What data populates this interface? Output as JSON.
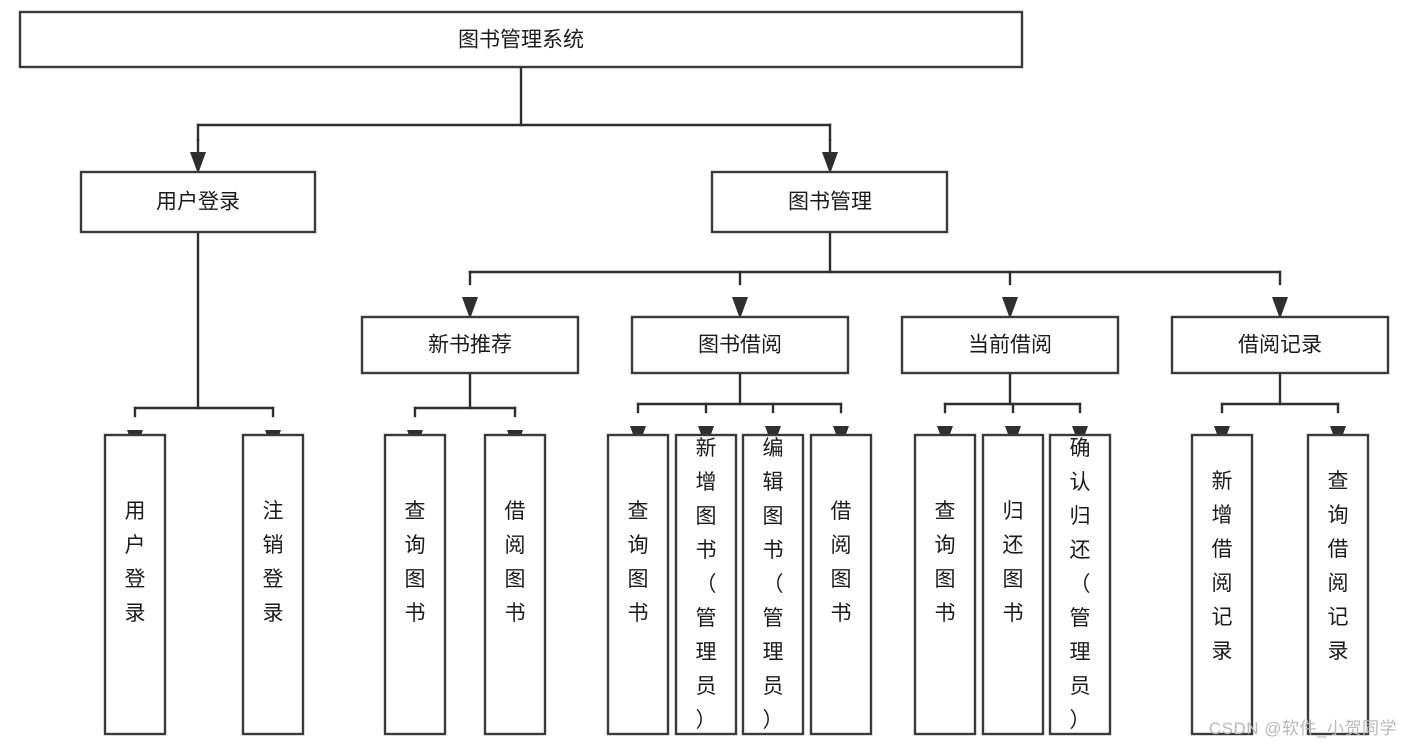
{
  "diagram": {
    "type": "tree-hierarchy",
    "title": "图书管理系统",
    "watermark": "CSDN @软件_小贺同学",
    "colors": {
      "box_stroke": "#3a3a3a",
      "box_fill": "#ffffff",
      "connector": "#2f2f2f",
      "text": "#1b1b1b",
      "watermark": "#b9b9b9",
      "background": "#ffffff"
    },
    "root": {
      "label": "图书管理系统",
      "orientation": "horizontal"
    },
    "level2": [
      {
        "label": "用户登录",
        "orientation": "horizontal"
      },
      {
        "label": "图书管理",
        "orientation": "horizontal"
      }
    ],
    "level3": [
      {
        "label": "新书推荐",
        "orientation": "horizontal",
        "parent": "图书管理"
      },
      {
        "label": "图书借阅",
        "orientation": "horizontal",
        "parent": "图书管理"
      },
      {
        "label": "当前借阅",
        "orientation": "horizontal",
        "parent": "图书管理"
      },
      {
        "label": "借阅记录",
        "orientation": "horizontal",
        "parent": "图书管理"
      }
    ],
    "leaves": {
      "用户登录": [
        {
          "label": "用户登录",
          "orientation": "vertical"
        },
        {
          "label": "注销登录",
          "orientation": "vertical"
        }
      ],
      "新书推荐": [
        {
          "label": "查询图书",
          "orientation": "vertical"
        },
        {
          "label": "借阅图书",
          "orientation": "vertical"
        }
      ],
      "图书借阅": [
        {
          "label": "查询图书",
          "orientation": "vertical"
        },
        {
          "label": "新增图书（管理员）",
          "orientation": "vertical"
        },
        {
          "label": "编辑图书（管理员）",
          "orientation": "vertical"
        },
        {
          "label": "借阅图书",
          "orientation": "vertical"
        }
      ],
      "当前借阅": [
        {
          "label": "查询图书",
          "orientation": "vertical"
        },
        {
          "label": "归还图书",
          "orientation": "vertical"
        },
        {
          "label": "确认归还（管理员）",
          "orientation": "vertical"
        }
      ],
      "借阅记录": [
        {
          "label": "新增借阅记录",
          "orientation": "vertical"
        },
        {
          "label": "查询借阅记录",
          "orientation": "vertical"
        }
      ]
    }
  }
}
